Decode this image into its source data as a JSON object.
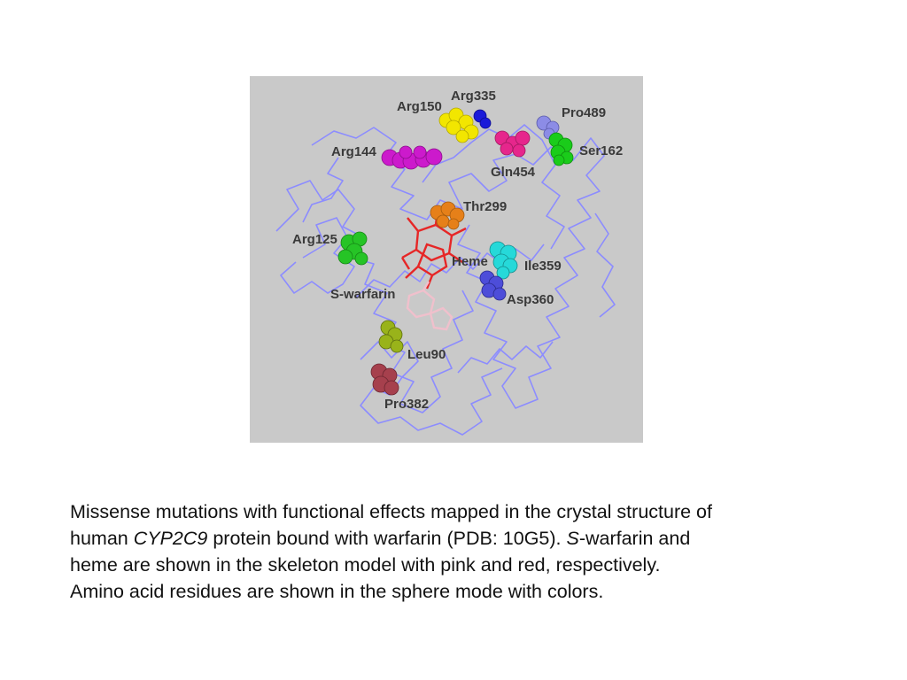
{
  "figure": {
    "background": "#c9c9c9",
    "backbone_color": "#8c8cff",
    "residues": [
      {
        "label": "Arg150",
        "color": "#f2e600"
      },
      {
        "label": "Arg335",
        "color": "#1a1ad9"
      },
      {
        "label": "Pro489",
        "color": "#8c8ce6"
      },
      {
        "label": "Arg144",
        "color": "#cc1acc"
      },
      {
        "label": "Gln454",
        "color": "#e6268c"
      },
      {
        "label": "Ser162",
        "color": "#1acc1a"
      },
      {
        "label": "Thr299",
        "color": "#e68019"
      },
      {
        "label": "Arg125",
        "color": "#26c426"
      },
      {
        "label": "Heme",
        "color": "#e62626"
      },
      {
        "label": "Ile359",
        "color": "#26d9d9"
      },
      {
        "label": "S-warfarin",
        "color": "#f0c0cc"
      },
      {
        "label": "Asp360",
        "color": "#4d4dd9"
      },
      {
        "label": "Leu90",
        "color": "#99b31a"
      },
      {
        "label": "Pro382",
        "color": "#a6404d"
      }
    ]
  },
  "caption": {
    "line1": "Missense mutations with functional effects mapped in the crystal structure of",
    "line2_a": "human ",
    "line2_gene": "CYP2C9",
    "line2_b": " protein bound with warfarin (PDB: 10G5). ",
    "line2_s": "S",
    "line2_c": "-warfarin and",
    "line3": "heme are shown in the skeleton model with pink and red, respectively.",
    "line4": "Amino acid residues are shown in the sphere mode with colors."
  }
}
